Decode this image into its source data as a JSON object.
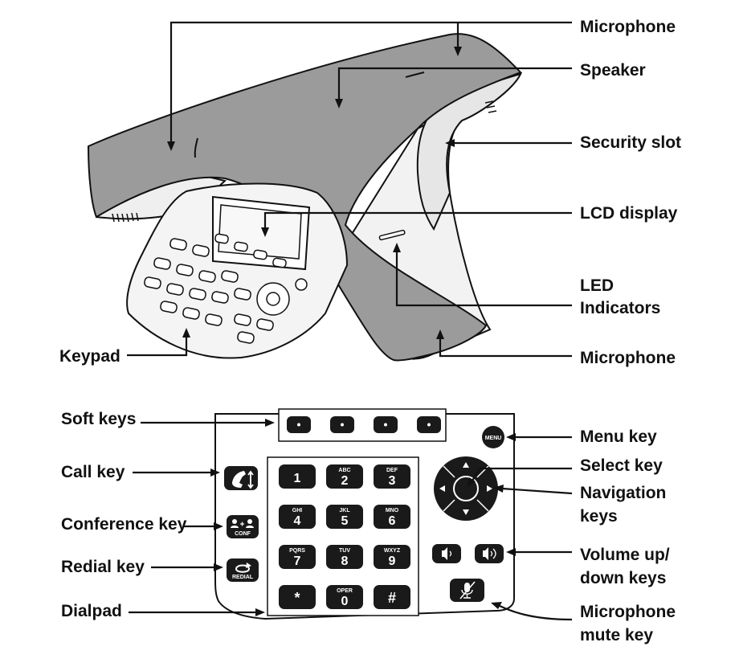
{
  "labels": {
    "microphone_top": "Microphone",
    "speaker": "Speaker",
    "security_slot": "Security slot",
    "lcd_display": "LCD display",
    "led_line1": "LED",
    "led_line2": "Indicators",
    "microphone_bottom": "Microphone",
    "keypad": "Keypad",
    "soft_keys": "Soft keys",
    "call_key": "Call key",
    "conference_key": "Conference key",
    "redial_key": "Redial key",
    "dialpad": "Dialpad",
    "menu_key": "Menu key",
    "select_key": "Select key",
    "navigation_line1": "Navigation",
    "navigation_line2": "keys",
    "volume_line1": "Volume up/",
    "volume_line2": "down keys",
    "mute_line1": "Microphone",
    "mute_line2": "mute key"
  },
  "keys": {
    "menu": "MENU",
    "conf": "CONF",
    "redial": "REDIAL",
    "dialpad": [
      {
        "digit": "1",
        "letters": ""
      },
      {
        "digit": "2",
        "letters": "ABC"
      },
      {
        "digit": "3",
        "letters": "DEF"
      },
      {
        "digit": "4",
        "letters": "GHI"
      },
      {
        "digit": "5",
        "letters": "JKL"
      },
      {
        "digit": "6",
        "letters": "MNO"
      },
      {
        "digit": "7",
        "letters": "PQRS"
      },
      {
        "digit": "8",
        "letters": "TUV"
      },
      {
        "digit": "9",
        "letters": "WXYZ"
      },
      {
        "digit": "*",
        "letters": ""
      },
      {
        "digit": "0",
        "letters": "OPER"
      },
      {
        "digit": "#",
        "letters": ""
      }
    ]
  },
  "colors": {
    "surface": "#9b9b9b",
    "key": "#1a1a1a",
    "line": "#111111"
  }
}
